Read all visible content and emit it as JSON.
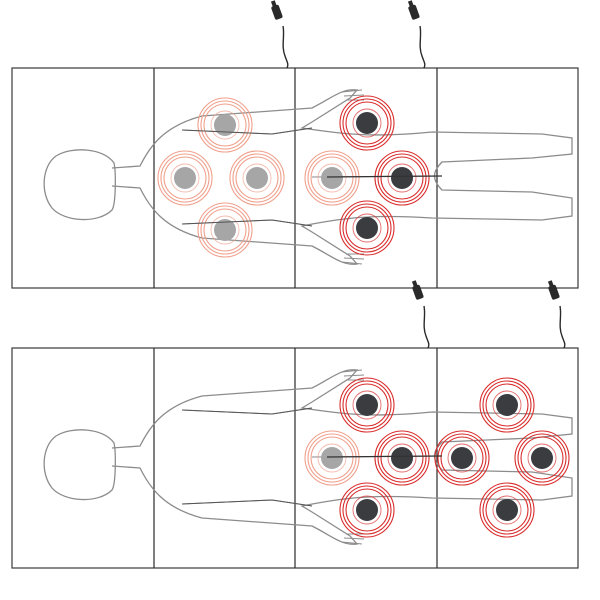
{
  "colors": {
    "background": "#ffffff",
    "mat_outline": "#3a3a3a",
    "mat_divider": "#2a2a2a",
    "body_outline": "#8c8c8c",
    "ring_active": "#d92c2c",
    "ring_inactive": "#f0a08c",
    "node_active": "#3b3c40",
    "node_inactive": "#a6a6a6",
    "cable": "#2a2a2a"
  },
  "diagrams": [
    {
      "id": "upper",
      "connector_count": 2,
      "nodes": [
        {
          "zone": "shoulder-left",
          "state": "inactive"
        },
        {
          "zone": "upper-arm-left",
          "state": "active"
        },
        {
          "zone": "upper-back-left",
          "state": "inactive"
        },
        {
          "zone": "upper-back-right",
          "state": "inactive"
        },
        {
          "zone": "lower-back-left",
          "state": "inactive"
        },
        {
          "zone": "lower-back-center",
          "state": "active"
        },
        {
          "zone": "shoulder-right",
          "state": "inactive"
        },
        {
          "zone": "upper-arm-right",
          "state": "active"
        }
      ]
    },
    {
      "id": "lower",
      "connector_count": 2,
      "nodes": [
        {
          "zone": "waist-left",
          "state": "active"
        },
        {
          "zone": "lower-back-left",
          "state": "inactive"
        },
        {
          "zone": "lower-back-center",
          "state": "active"
        },
        {
          "zone": "waist-right",
          "state": "active"
        },
        {
          "zone": "thigh-left",
          "state": "active"
        },
        {
          "zone": "hip-left",
          "state": "active"
        },
        {
          "zone": "hip-right",
          "state": "active"
        },
        {
          "zone": "thigh-right",
          "state": "active"
        }
      ]
    }
  ]
}
